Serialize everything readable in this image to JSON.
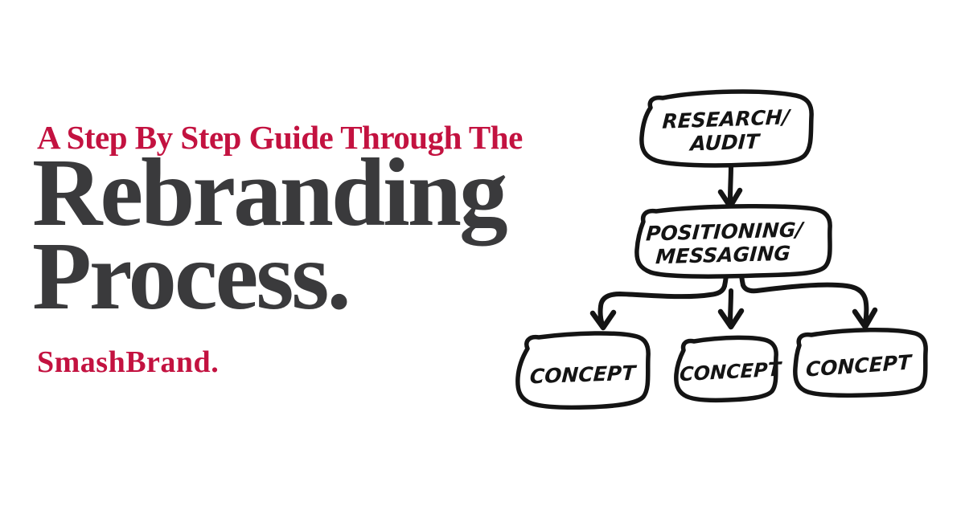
{
  "page": {
    "background": "#ffffff"
  },
  "hero": {
    "eyebrow": "A Step By Step Guide Through The",
    "title_line1": "Rebranding",
    "title_line2": "Process.",
    "brand": "SmashBrand.",
    "accent_color": "#c31240",
    "title_color": "#3a3a3c"
  },
  "flowchart": {
    "stroke_color": "#141414",
    "nodes": [
      {
        "id": "research-audit",
        "line1": "RESEARCH/",
        "line2": "AUDIT"
      },
      {
        "id": "positioning-messaging",
        "line1": "POSITIONING/",
        "line2": "MESSAGING"
      },
      {
        "id": "concept-1",
        "line1": "CONCEPT"
      },
      {
        "id": "concept-2",
        "line1": "CONCEPT"
      },
      {
        "id": "concept-3",
        "line1": "CONCEPT"
      }
    ],
    "edges": [
      "research-audit -> positioning-messaging",
      "positioning-messaging -> concept-1",
      "positioning-messaging -> concept-2",
      "positioning-messaging -> concept-3"
    ]
  }
}
